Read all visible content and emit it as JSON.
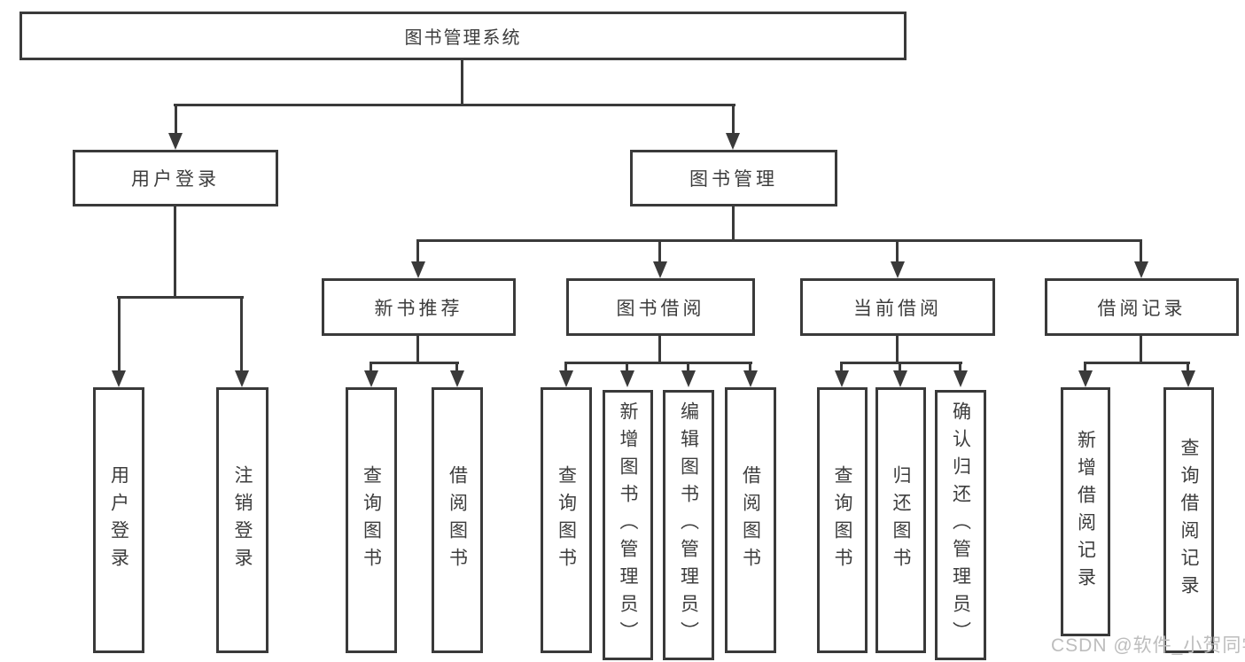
{
  "diagram": {
    "title": "图书管理系统",
    "root": {
      "label": "图书管理系统"
    },
    "level2": [
      {
        "id": "user-login",
        "label": "用户登录"
      },
      {
        "id": "book-management",
        "label": "图书管理"
      }
    ],
    "level3": [
      {
        "id": "new-book-recommend",
        "label": "新书推荐",
        "parent": "图书管理"
      },
      {
        "id": "book-borrow",
        "label": "图书借阅",
        "parent": "图书管理"
      },
      {
        "id": "current-borrow",
        "label": "当前借阅",
        "parent": "图书管理"
      },
      {
        "id": "borrow-records",
        "label": "借阅记录",
        "parent": "图书管理"
      }
    ],
    "leaves": {
      "user": [
        "用户登录",
        "注销登录"
      ],
      "newbook": [
        "查询图书",
        "借阅图书"
      ],
      "borrow": [
        "查询图书",
        "新增图书（管理员）",
        "编辑图书（管理员）",
        "借阅图书"
      ],
      "current": [
        "查询图书",
        "归还图书",
        "确认归还（管理员）"
      ],
      "records": [
        "新增借阅记录",
        "查询借阅记录"
      ]
    }
  },
  "watermark": {
    "text": "CSDN @软件_小贺同学"
  },
  "colors": {
    "line": "#3a3a3a",
    "text": "#3d3d3d",
    "watermark": "#bdbdbd",
    "background": "#ffffff"
  }
}
